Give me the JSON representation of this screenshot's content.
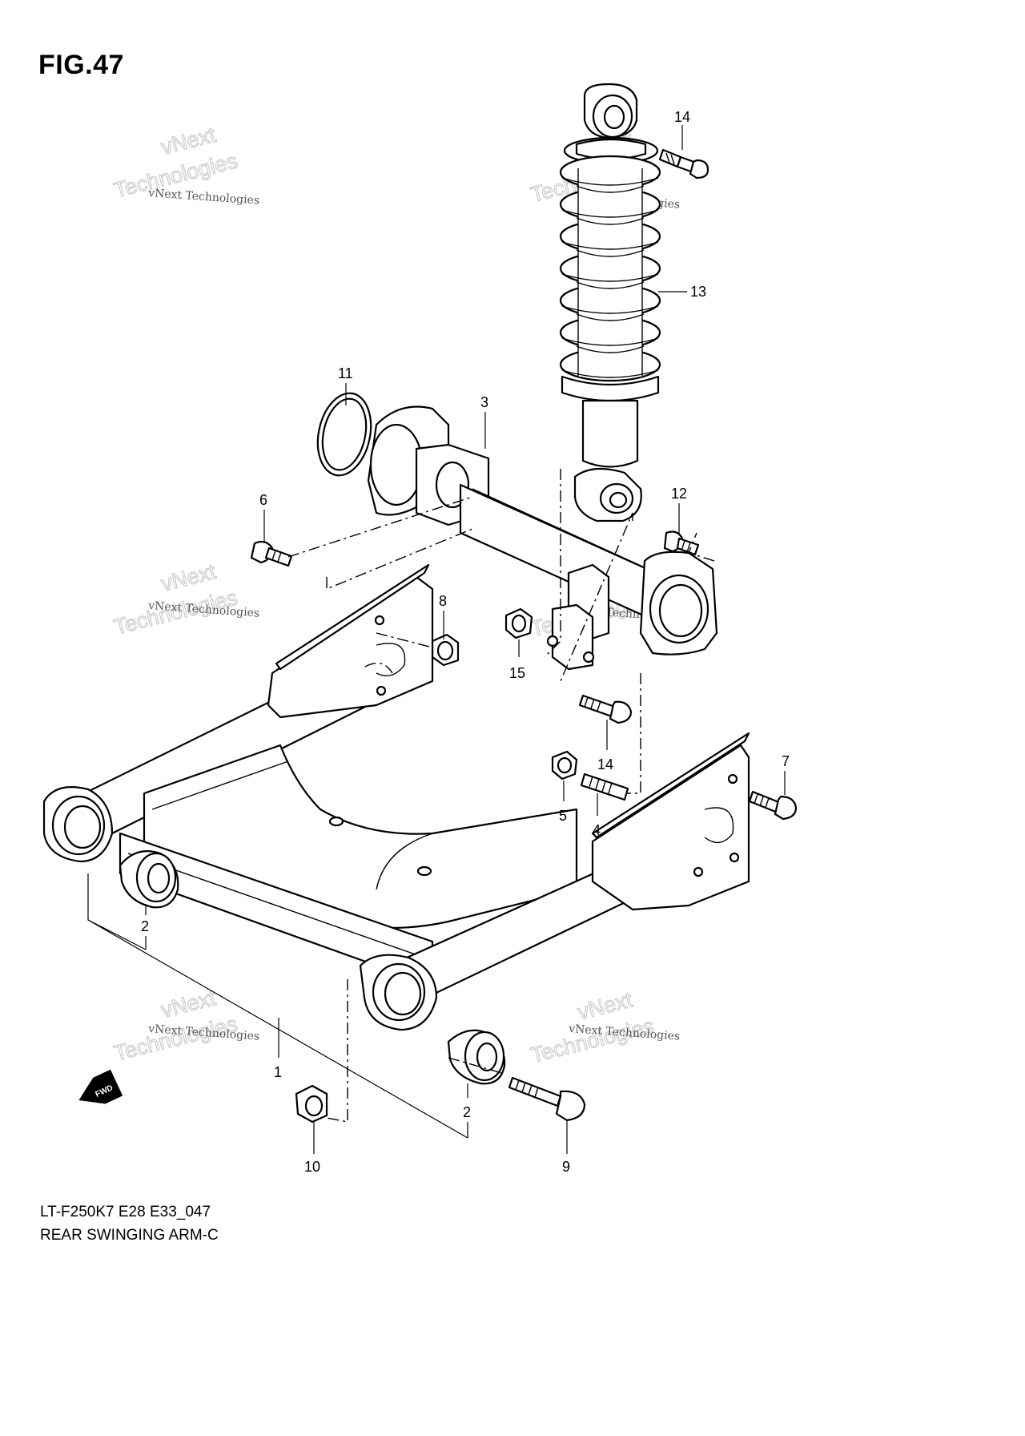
{
  "figure": {
    "title": "FIG.47",
    "model_code": "LT-F250K7 E28 E33_047",
    "subtitle": "REAR SWINGING ARM-C"
  },
  "watermark": {
    "line_small": "vNext Technologies",
    "line_big_1": "vNext",
    "line_big_2": "Technologies"
  },
  "direction_badge": {
    "label": "FWD"
  },
  "callouts": [
    {
      "id": "c14a",
      "label": "14"
    },
    {
      "id": "c13",
      "label": "13"
    },
    {
      "id": "c11",
      "label": "11"
    },
    {
      "id": "c3",
      "label": "3"
    },
    {
      "id": "c12",
      "label": "12"
    },
    {
      "id": "c6",
      "label": "6"
    },
    {
      "id": "c8",
      "label": "8"
    },
    {
      "id": "c15",
      "label": "15"
    },
    {
      "id": "c14b",
      "label": "14"
    },
    {
      "id": "c7",
      "label": "7"
    },
    {
      "id": "c5",
      "label": "5"
    },
    {
      "id": "c4",
      "label": "4"
    },
    {
      "id": "c2a",
      "label": "2"
    },
    {
      "id": "c1",
      "label": "1"
    },
    {
      "id": "c2b",
      "label": "2"
    },
    {
      "id": "c10",
      "label": "10"
    },
    {
      "id": "c9",
      "label": "9"
    }
  ]
}
